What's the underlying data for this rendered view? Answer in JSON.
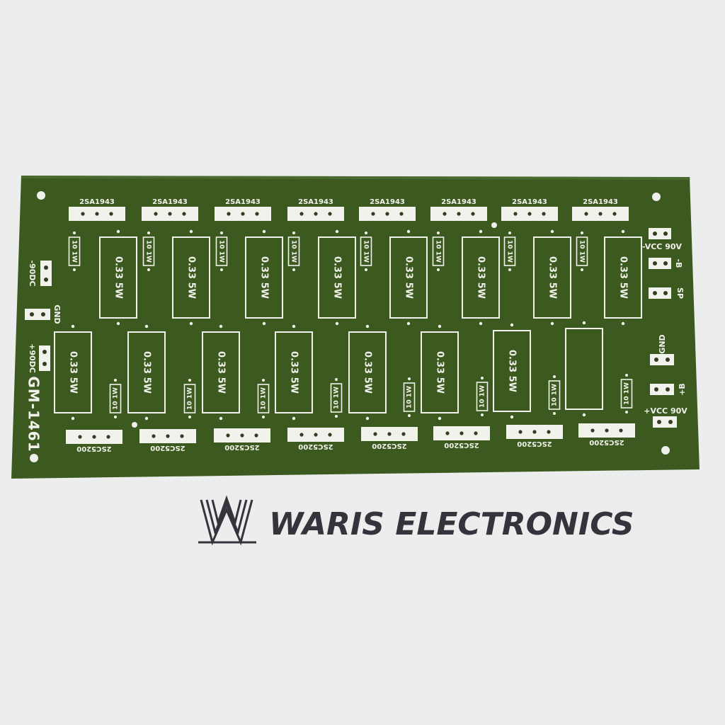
{
  "board": {
    "colors": {
      "background": "#eceded",
      "pcb": "#3c5a1f",
      "silkscreen": "#f2f2ec",
      "pad": "#333d22",
      "logo": "#34343c"
    },
    "top_transistor_labels": [
      "2SA1943",
      "2SA1943",
      "2SA1943",
      "2SA1943",
      "2SA1943",
      "2SA1943",
      "2SA1943",
      "2SA1943"
    ],
    "bottom_transistor_labels": [
      "2SC5200",
      "2SC5200",
      "2SC5200",
      "2SC5200",
      "2SC5200",
      "2SC5200",
      "2SC5200",
      "2SC5200"
    ],
    "top_power_resistors": [
      "0.33 5W",
      "0.33 5W",
      "0.33 5W",
      "0.33 5W",
      "0.33 5W",
      "0.33 5W",
      "0.33 5W",
      "0.33 5W"
    ],
    "bottom_power_resistors": [
      "0.33 5W",
      "0.33 5W",
      "0.33 5W",
      "0.33 5W",
      "0.33 5W",
      "0.33 5W",
      "0.33 5W"
    ],
    "top_small_resistors": [
      "10 1W",
      "10 1W",
      "10 1W",
      "10 1W",
      "10 1W",
      "10 1W",
      "10 1W",
      "10 1W"
    ],
    "bottom_small_resistors": [
      "10 1W",
      "10 1W",
      "10 1W",
      "10 1W",
      "10 1W",
      "10 1W",
      "10 1W",
      "10 1W"
    ],
    "left_labels": {
      "neg_dc": "-90DC",
      "gnd": "GND",
      "pos_dc": "+90DC",
      "model": "GM-1461"
    },
    "right_labels": {
      "neg_vcc": "-VCC 90V",
      "neg_b": "-B",
      "sp": "SP",
      "gnd": "GND",
      "pos_b": "+B",
      "pos_vcc": "+VCC 90V"
    }
  },
  "logo": {
    "brand": "WARIS ELECTRONICS"
  }
}
